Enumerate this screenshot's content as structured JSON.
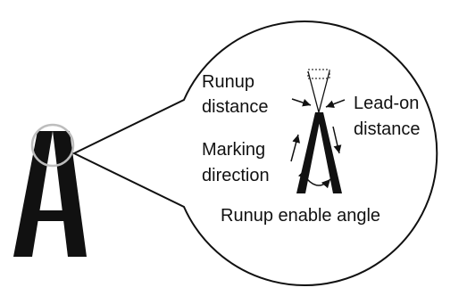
{
  "diagram": {
    "labels": {
      "runup_line1": "Runup",
      "runup_line2": "distance",
      "leadon_line1": "Lead-on",
      "leadon_line2": "distance",
      "marking_line1": "Marking",
      "marking_line2": "direction",
      "enable_angle": "Runup enable angle"
    },
    "colors": {
      "ink": "#111111",
      "highlight_ring": "#bdbdbd",
      "dotted_guide": "#333333"
    }
  }
}
